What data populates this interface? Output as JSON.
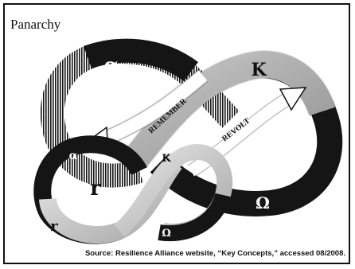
{
  "title": "Panarchy",
  "source": "Source: Resilience Alliance website, “Key Concepts,” accessed 08/2008.",
  "large_cycle": {
    "alpha": "α",
    "K": "K",
    "omega": "Ω",
    "r": "r"
  },
  "small_cycle": {
    "alpha": "α",
    "K": "K",
    "omega": "Ω",
    "r": "r"
  },
  "arrows": {
    "remember": "REMEMBER",
    "revolt": "REVOLT"
  },
  "colors": {
    "dark_band": "#151515",
    "light_band": "#cfcfcf",
    "line": "#111111"
  }
}
